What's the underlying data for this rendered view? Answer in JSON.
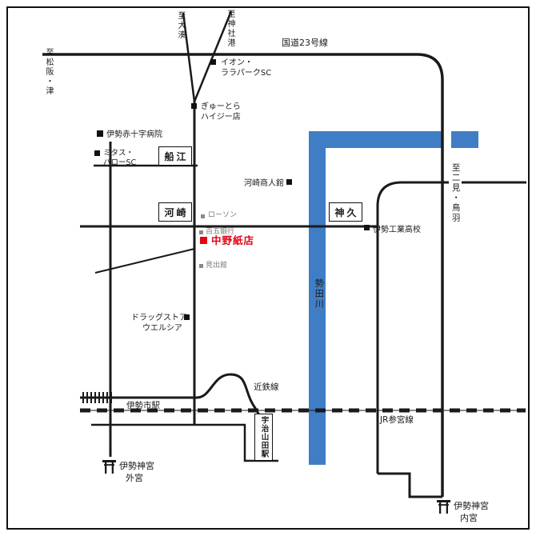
{
  "colors": {
    "river": "#3F7EC4",
    "road": "#1A1A1A",
    "accent_red": "#E60012",
    "gray_label": "#7A7A7A"
  },
  "dest": {
    "ominato": "至大湊",
    "jinjako": "至神社港",
    "matsusaka": "至松阪・津",
    "futami": "至二見・鳥羽"
  },
  "roads": {
    "route23": "国道23号線"
  },
  "river": {
    "name": "勢田川"
  },
  "rail": {
    "kintetsu": "近鉄線",
    "jr": "JR参宮線"
  },
  "stations": {
    "iseshi": "伊勢市駅",
    "ujiyamada": "宇治山田駅"
  },
  "districts": {
    "funae": "船江",
    "kawasaki": "河崎",
    "jinkyu": "神久"
  },
  "landmarks": {
    "aeon1": "イオン・",
    "aeon2": "ララパークSC",
    "gyutora1": "ぎゅーとら",
    "gyutora2": "ハイジー店",
    "hospital": "伊勢赤十字病院",
    "mitasu1": "ミタス・",
    "mitasu2": "バローSC",
    "shoninkan": "河崎商人館",
    "lawson": "ローソン",
    "hyakugo": "百五銀行",
    "nakano": "中野紙店",
    "midashikan": "見出館",
    "kogyo": "伊勢工業高校",
    "welcia1": "ドラッグストア",
    "welcia2": "ウエルシア"
  },
  "shrines": {
    "ise": "伊勢神宮",
    "geku": "外宮",
    "naiku": "内宮"
  }
}
